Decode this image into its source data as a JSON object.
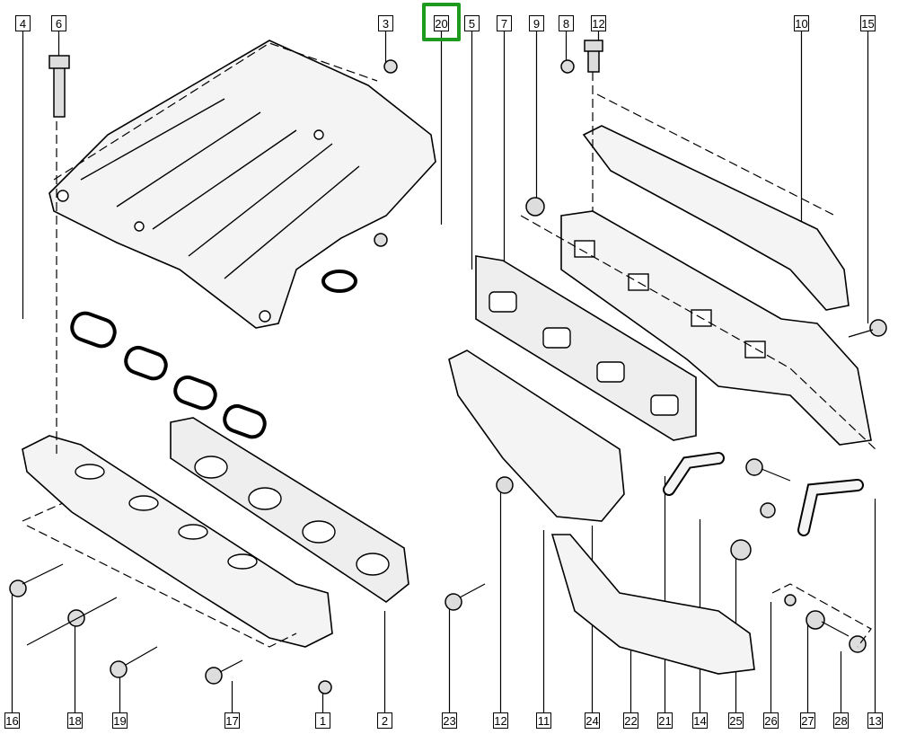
{
  "diagram": {
    "highlighted_callout": "20",
    "highlight_color": "#1e9a1e",
    "top_callouts": [
      "4",
      "6",
      "3",
      "20",
      "5",
      "7",
      "9",
      "8",
      "12",
      "10",
      "15"
    ],
    "bottom_callouts": [
      "16",
      "18",
      "19",
      "17",
      "1",
      "2",
      "23",
      "12",
      "11",
      "24",
      "22",
      "21",
      "14",
      "25",
      "26",
      "27",
      "28",
      "13"
    ]
  }
}
